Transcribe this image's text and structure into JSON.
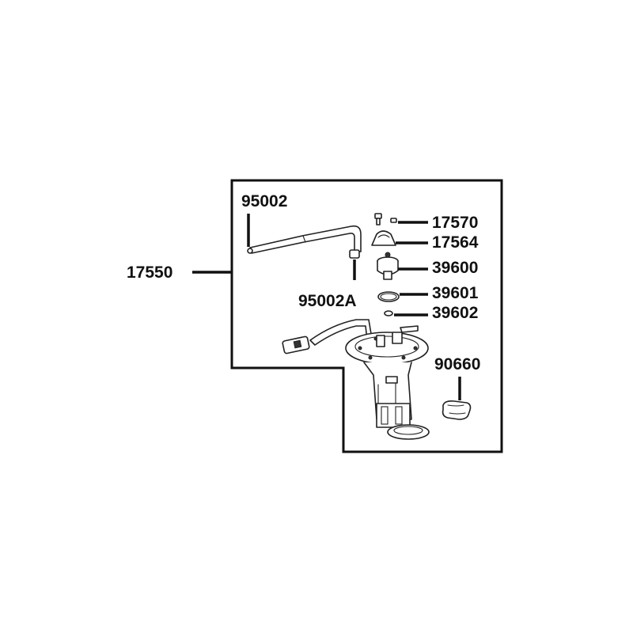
{
  "diagram": {
    "assembly_label": "17550",
    "parts": {
      "hose": {
        "label": "95002",
        "icon": "fuel-hose-icon"
      },
      "hose_clamp": {
        "label": "95002A",
        "icon": "hose-clamp-icon"
      },
      "screw": {
        "label": "17570",
        "icon": "screw-icon"
      },
      "bracket": {
        "label": "17564",
        "icon": "bracket-icon"
      },
      "regulator": {
        "label": "39600",
        "icon": "pressure-regulator-icon"
      },
      "o_ring_large": {
        "label": "39601",
        "icon": "o-ring-icon"
      },
      "o_ring_small": {
        "label": "39602",
        "icon": "small-o-ring-icon"
      },
      "filter_clip": {
        "label": "90660",
        "icon": "clip-icon"
      }
    }
  }
}
